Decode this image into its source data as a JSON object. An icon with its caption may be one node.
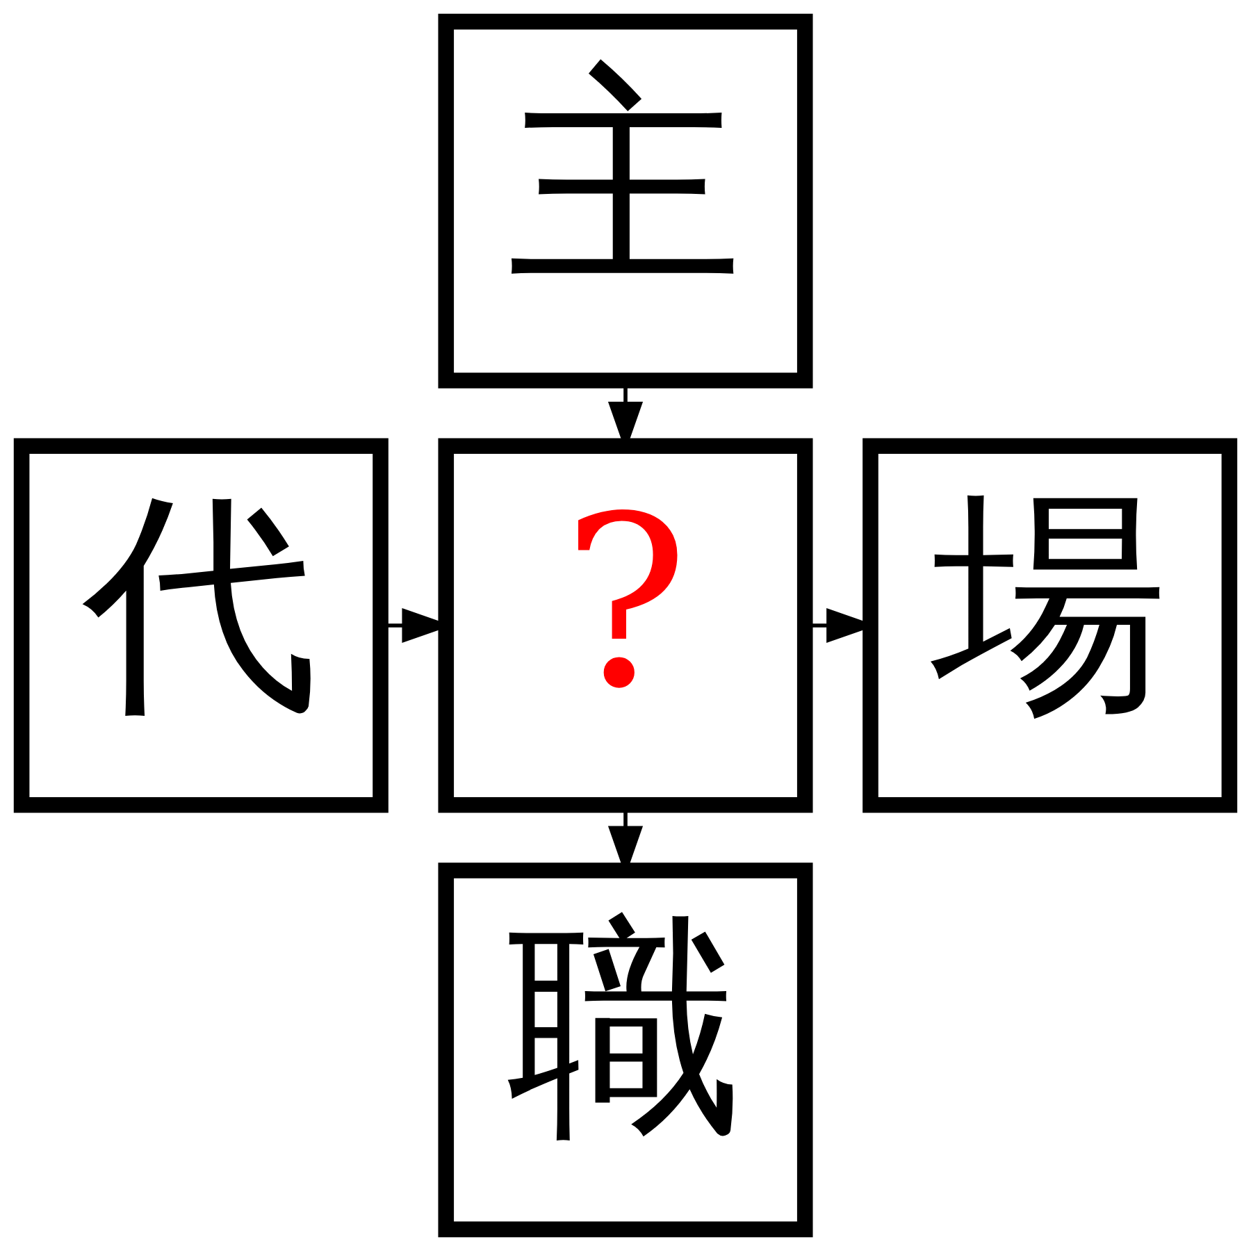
{
  "diagram": {
    "nodes": [
      {
        "text": [
          "主"
        ]
      },
      {
        "text": [
          "代"
        ]
      },
      {
        "text": [
          "?"
        ]
      },
      {
        "text": [
          "場"
        ]
      },
      {
        "text": [
          "職"
        ]
      }
    ],
    "edges": [
      {
        "from": 0,
        "to": 2,
        "arrow": "to"
      },
      {
        "from": 1,
        "to": 2,
        "arrow": "to"
      },
      {
        "from": 2,
        "to": 3,
        "arrow": "to"
      },
      {
        "from": 2,
        "to": 4,
        "arrow": "to"
      }
    ]
  }
}
